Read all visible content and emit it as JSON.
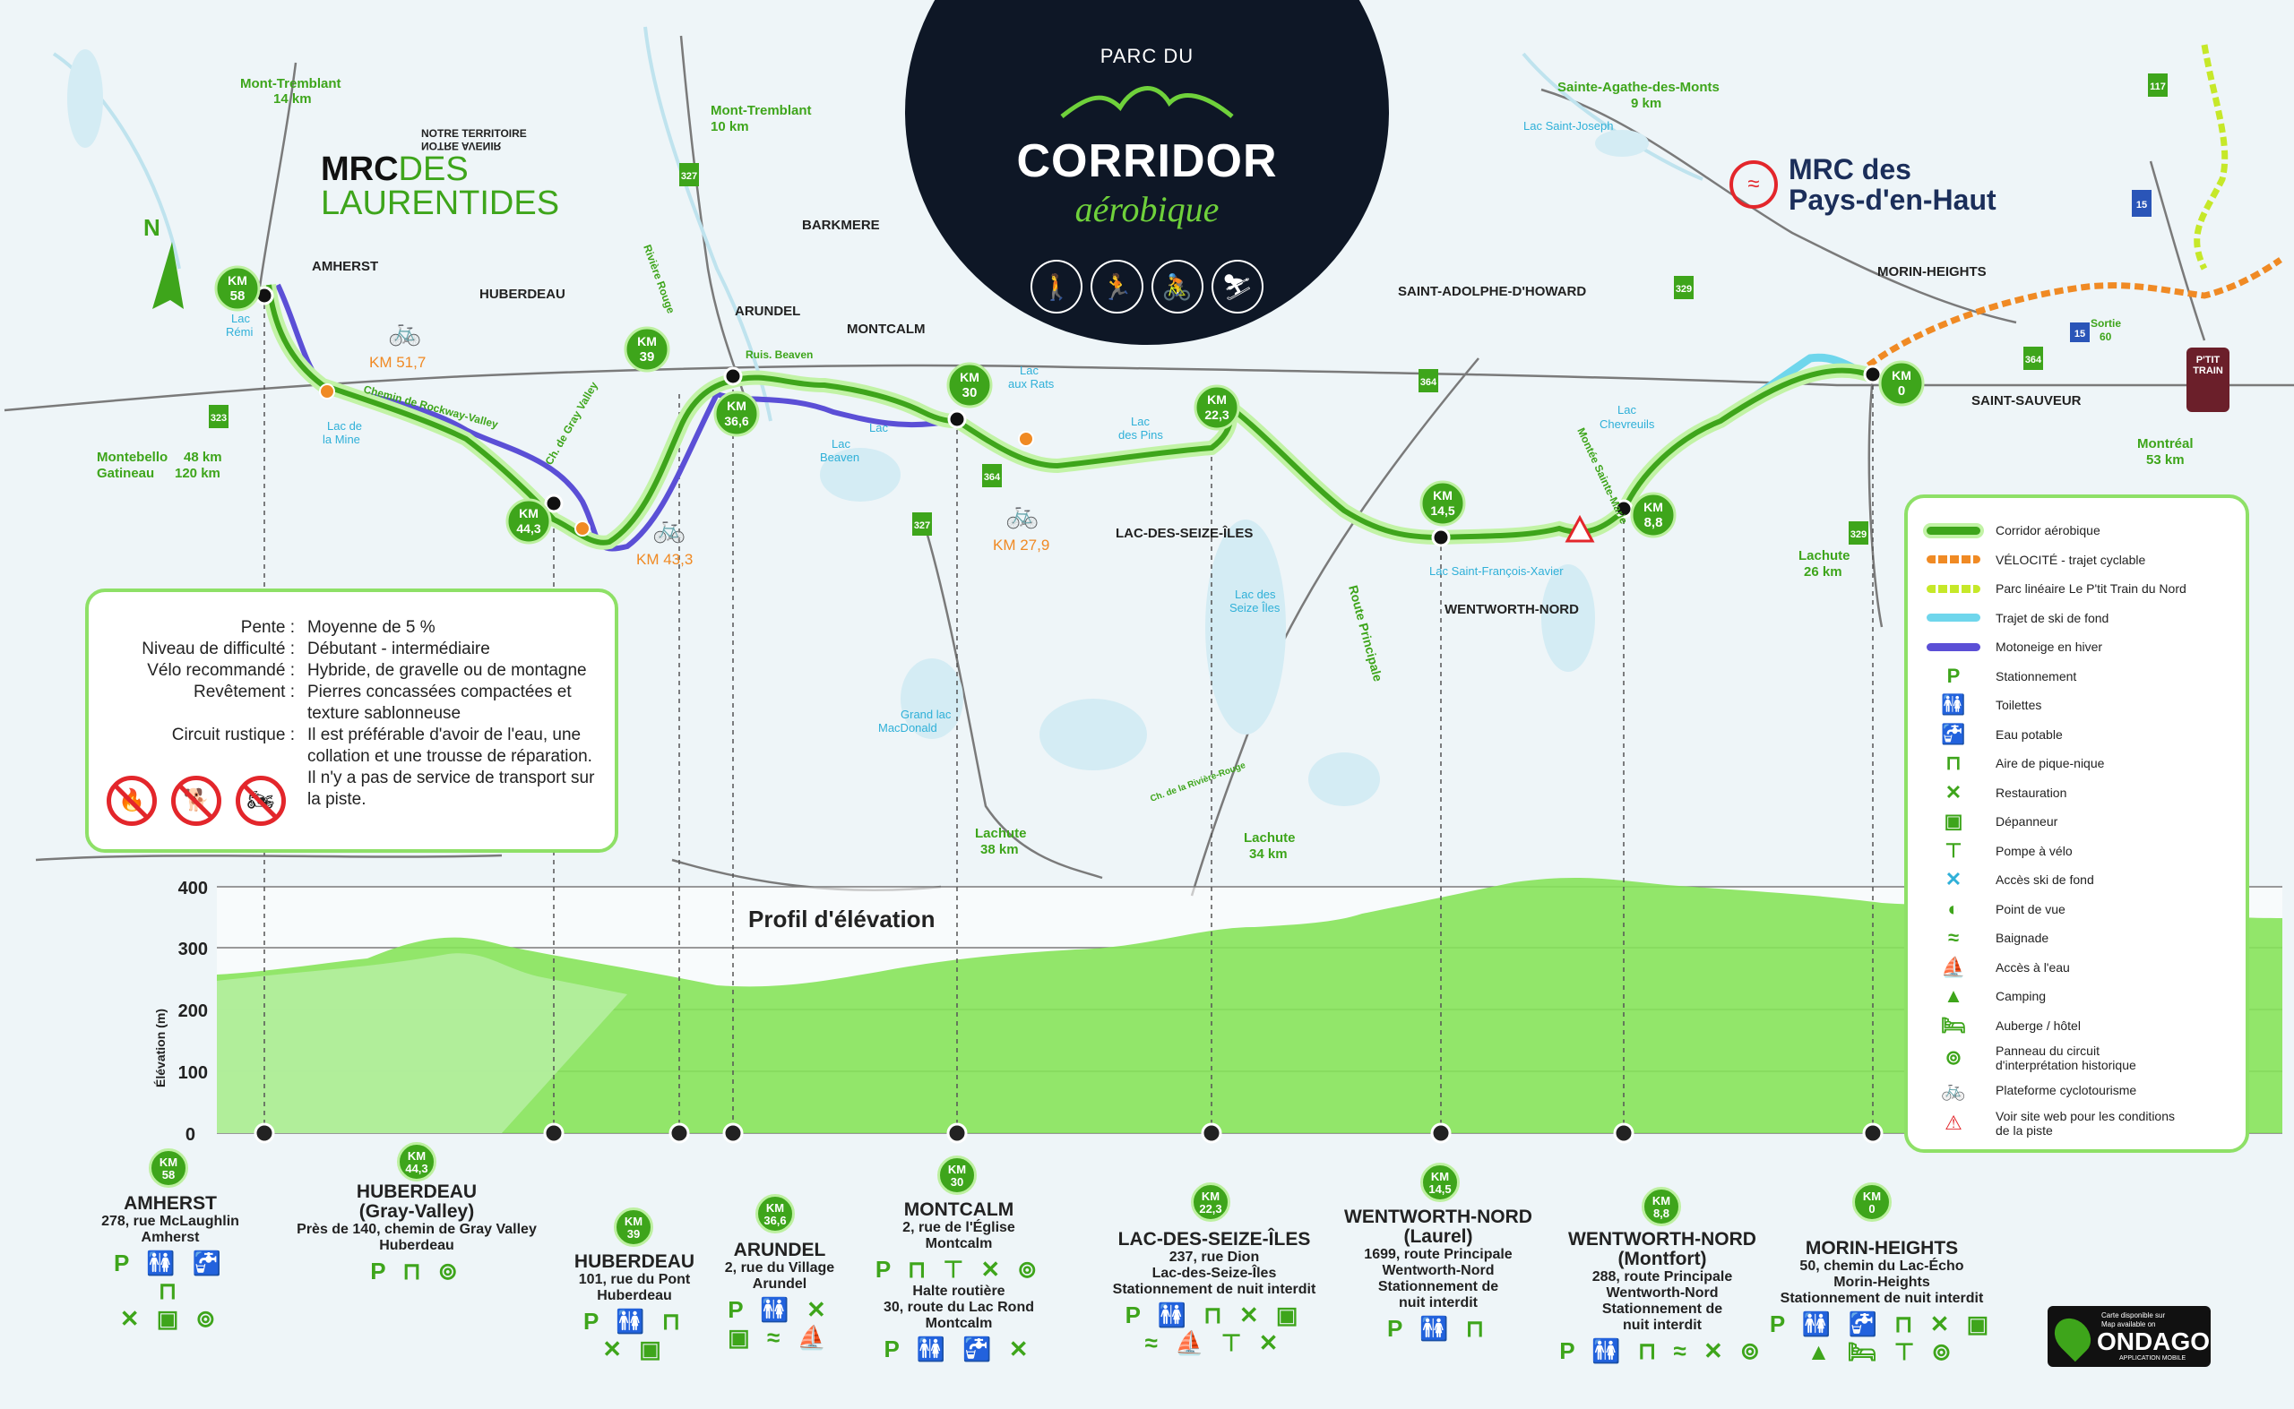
{
  "logo": {
    "line1": "PARC DU",
    "line2": "CORRIDOR",
    "line3": "aérobique"
  },
  "mrc_laurentides": {
    "line1": "NOTRE TERRITOIRE",
    "line1b": "NOTRE AVENIR",
    "line2": "MRC",
    "line2b": "DES",
    "line3": "LAURENTIDES"
  },
  "mrc_pays": {
    "line1": "MRC des",
    "line2": "Pays-d'en-Haut"
  },
  "towns": {
    "amherst": "AMHERST",
    "huberdeau": "HUBERDEAU",
    "arundel": "ARUNDEL",
    "barkmere": "BARKMERE",
    "montcalm": "MONTCALM",
    "saint_adolphe": "SAINT-ADOLPHE-D'HOWARD",
    "morin": "MORIN-HEIGHTS",
    "saint_sauveur": "SAINT-SAUVEUR",
    "lac_seize": "LAC-DES-SEIZE-ÎLES",
    "wentworth": "WENTWORTH-NORD"
  },
  "directions": {
    "mt1a": "Mont-Tremblant",
    "mt1b": "14 km",
    "mt2a": "Mont-Tremblant",
    "mt2b": "10 km",
    "sa_a": "Sainte-Agathe-des-Monts",
    "sa_b": "9 km",
    "mb_a": "Montebello",
    "mb_b": "48 km",
    "ga_a": "Gatineau",
    "ga_b": "120 km",
    "mtl_a": "Montréal",
    "mtl_b": "53 km",
    "la1a": "Lachute",
    "la1b": "26 km",
    "la2a": "Lachute",
    "la2b": "38 km",
    "la3a": "Lachute",
    "la3b": "34 km",
    "sortie_a": "Sortie",
    "sortie_b": "60"
  },
  "lakes": {
    "remi_a": "Lac",
    "remi_b": "Rémi",
    "mine_a": "Lac de",
    "mine_b": "la Mine",
    "beaven_a": "Lac",
    "beaven_b": "Beaven",
    "ruis": "Ruis. Beaven",
    "rats_a": "Lac",
    "rats_b": "aux Rats",
    "pins_a": "Lac",
    "pins_b": "des Pins",
    "chev_a": "Lac",
    "chev_b": "Chevreuils",
    "stjoseph": "Lac Saint-Joseph",
    "stfrancois": "Lac Saint-François-Xavier",
    "macdo_a": "Grand lac",
    "macdo_b": "MacDonald",
    "seize_a": "Lac des",
    "seize_b": "Seize Îles",
    "lac_short": "Lac"
  },
  "roads": {
    "rockway": "Chemin de Rockway-Valley",
    "gray": "Ch. de Gray Valley",
    "rouge": "Rivière Rouge",
    "principale": "Route Principale",
    "montee": "Montée Sainte-Marie",
    "ch_rv": "Ch. de la Rivière-Rouge",
    "r327": "327",
    "r323": "323",
    "r364": "364",
    "r329": "329",
    "r117": "117",
    "r15": "15"
  },
  "km_markers": [
    "58",
    "44,3",
    "39",
    "36,6",
    "30",
    "22,3",
    "14,5",
    "8,8",
    "0"
  ],
  "km_prefix": "KM",
  "cyclo": {
    "a": "KM 51,7",
    "b": "KM 43,3",
    "c": "KM 27,9"
  },
  "info": {
    "pente_k": "Pente :",
    "pente_v": "Moyenne de 5 %",
    "diff_k": "Niveau de difficulté :",
    "diff_v": "Débutant - intermédiaire",
    "velo_k": "Vélo recommandé :",
    "velo_v": "Hybride, de gravelle ou de montagne",
    "rev_k": "Revêtement :",
    "rev_v1": "Pierres concassées compactées et",
    "rev_v2": "texture sablonneuse",
    "rust_k": "Circuit rustique :",
    "rust_v1": "Il est préférable d'avoir de l'eau, une",
    "rust_v2": "collation et une trousse de réparation.",
    "rust_v3": "Il n'y a pas de service de transport sur",
    "rust_v4": "la piste."
  },
  "elevation": {
    "title": "Profil d'élévation",
    "ylabel": "Élévation (m)",
    "ticks": [
      "400",
      "300",
      "200",
      "100",
      "0"
    ]
  },
  "legend": [
    "Corridor aérobique",
    "VÉLOCITÉ - trajet cyclable",
    "Parc linéaire Le P'tit Train du Nord",
    "Trajet de ski de fond",
    "Motoneige en hiver",
    "Stationnement",
    "Toilettes",
    "Eau potable",
    "Aire de pique-nique",
    "Restauration",
    "Dépanneur",
    "Pompe à vélo",
    "Accès ski de fond",
    "Point de vue",
    "Baignade",
    "Accès à l'eau",
    "Camping",
    "Auberge / hôtel",
    "Panneau du circuit d'interprétation historique",
    "Plateforme cyclotourisme",
    "Voir site web pour les conditions de la piste"
  ],
  "stations": {
    "s1": {
      "name1": "AMHERST",
      "a1": "278, rue McLaughlin",
      "a2": "Amherst"
    },
    "s2": {
      "name1": "HUBERDEAU",
      "name2": "(Gray-Valley)",
      "a1": "Près de 140, chemin de Gray Valley",
      "a2": "Huberdeau"
    },
    "s3": {
      "name1": "HUBERDEAU",
      "a1": "101, rue du Pont",
      "a2": "Huberdeau"
    },
    "s4": {
      "name1": "ARUNDEL",
      "a1": "2, rue du Village",
      "a2": "Arundel"
    },
    "s5": {
      "name1": "MONTCALM",
      "a1": "2, rue de l'Église",
      "a2": "Montcalm",
      "a3": "Halte routière",
      "a4": "30, route du Lac Rond",
      "a5": "Montcalm"
    },
    "s6": {
      "name1": "LAC-DES-SEIZE-ÎLES",
      "a1": "237, rue Dion",
      "a2": "Lac-des-Seize-Îles",
      "a3": "Stationnement de nuit interdit"
    },
    "s7": {
      "name1": "WENTWORTH-NORD",
      "name2": "(Laurel)",
      "a1": "1699, route Principale",
      "a2": "Wentworth-Nord",
      "a3": "Stationnement de",
      "a4": "nuit interdit"
    },
    "s8": {
      "name1": "WENTWORTH-NORD",
      "name2": "(Montfort)",
      "a1": "288, route Principale",
      "a2": "Wentworth-Nord",
      "a3": "Stationnement de",
      "a4": "nuit interdit"
    },
    "s9": {
      "name1": "MORIN-HEIGHTS",
      "a1": "50, chemin du Lac-Écho",
      "a2": "Morin-Heights",
      "a3": "Stationnement de nuit interdit"
    }
  },
  "ptit_train": {
    "a": "P'TIT",
    "b": "TRAIN"
  },
  "ondago": {
    "small1": "Carte disponible sur",
    "small2": "Map available on",
    "name": "ONDAGO",
    "sub": "APPLICATION MOBILE"
  },
  "north": "N",
  "colors": {
    "green": "#3ea51b",
    "lightgreen": "#8ee067",
    "orange": "#f08a24",
    "blue": "#5b4fd6",
    "cyan": "#6fd6ec",
    "navy": "#0e1726",
    "red": "#e3262b"
  }
}
